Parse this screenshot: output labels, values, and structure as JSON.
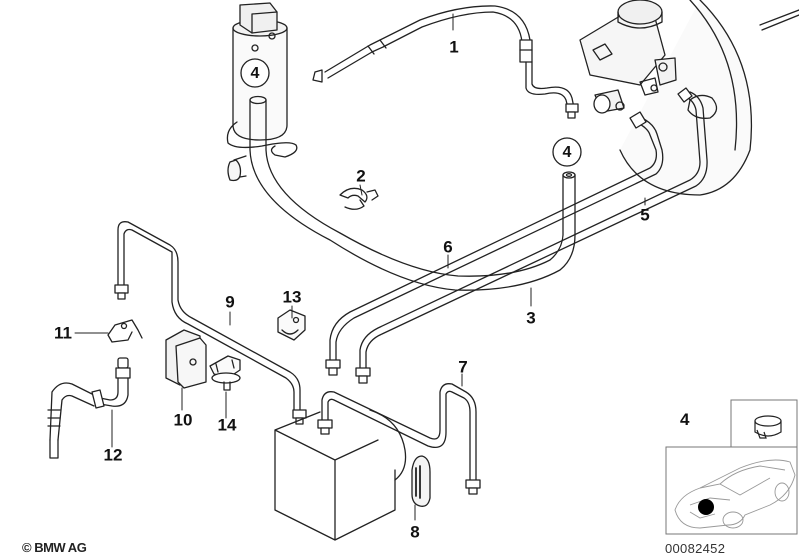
{
  "diagram": {
    "title": "Brake pipe / hydraulic lines parts diagram",
    "callouts": [
      {
        "id": "1",
        "label": "1",
        "part": "brake-hose-upper"
      },
      {
        "id": "2",
        "label": "2",
        "part": "hose-clip"
      },
      {
        "id": "3",
        "label": "3",
        "part": "vent-hose"
      },
      {
        "id": "4a",
        "label": "4",
        "part": "hose-reference-reservoir"
      },
      {
        "id": "4b",
        "label": "4",
        "part": "hose-reference-end"
      },
      {
        "id": "5",
        "label": "5",
        "part": "brake-pipe-master-cylinder"
      },
      {
        "id": "6",
        "label": "6",
        "part": "brake-pipe-parallel"
      },
      {
        "id": "7",
        "label": "7",
        "part": "brake-pipe-rear"
      },
      {
        "id": "8",
        "label": "8",
        "part": "grommet"
      },
      {
        "id": "9",
        "label": "9",
        "part": "brake-pipe-front"
      },
      {
        "id": "10",
        "label": "10",
        "part": "rubber-mount"
      },
      {
        "id": "11",
        "label": "11",
        "part": "bracket"
      },
      {
        "id": "12",
        "label": "12",
        "part": "brake-hose-front"
      },
      {
        "id": "13",
        "label": "13",
        "part": "pipe-holder"
      },
      {
        "id": "14",
        "label": "14",
        "part": "pipe-clip"
      }
    ],
    "inset": {
      "part_label": "4",
      "part": "hose-clamp"
    },
    "copyright": "© BMW AG",
    "document_number": "00082452"
  }
}
